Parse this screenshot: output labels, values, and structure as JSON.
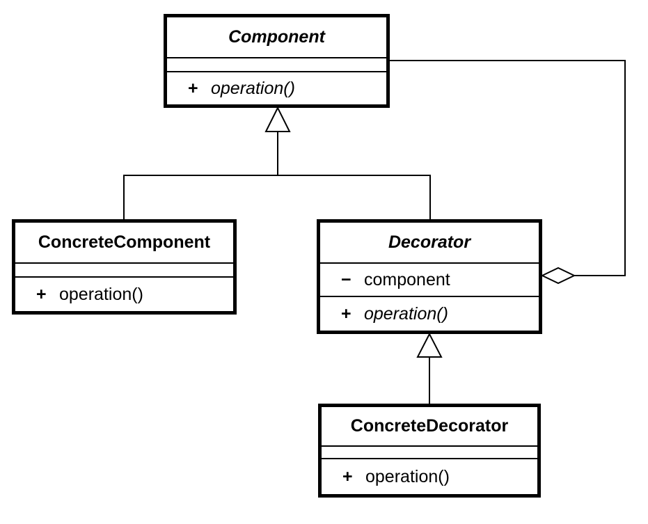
{
  "diagram_type": "uml-class-diagram",
  "colors": {
    "stroke": "#000000",
    "fill": "#ffffff",
    "background": "#ffffff"
  },
  "classes": [
    {
      "name": "Component",
      "abstract": true,
      "attributes": [],
      "operations": [
        {
          "visibility": "+",
          "name": "operation()",
          "abstract": true
        }
      ]
    },
    {
      "name": "ConcreteComponent",
      "abstract": false,
      "attributes": [],
      "operations": [
        {
          "visibility": "+",
          "name": "operation()",
          "abstract": false
        }
      ]
    },
    {
      "name": "Decorator",
      "abstract": true,
      "attributes": [
        {
          "visibility": "−",
          "name": "component"
        }
      ],
      "operations": [
        {
          "visibility": "+",
          "name": "operation()",
          "abstract": true
        }
      ]
    },
    {
      "name": "ConcreteDecorator",
      "abstract": false,
      "attributes": [],
      "operations": [
        {
          "visibility": "+",
          "name": "operation()",
          "abstract": false
        }
      ]
    }
  ],
  "relationships": [
    {
      "type": "generalization",
      "from": "ConcreteComponent",
      "to": "Component"
    },
    {
      "type": "generalization",
      "from": "Decorator",
      "to": "Component"
    },
    {
      "type": "generalization",
      "from": "ConcreteDecorator",
      "to": "Decorator"
    },
    {
      "type": "aggregation",
      "from": "Decorator",
      "to": "Component"
    }
  ]
}
